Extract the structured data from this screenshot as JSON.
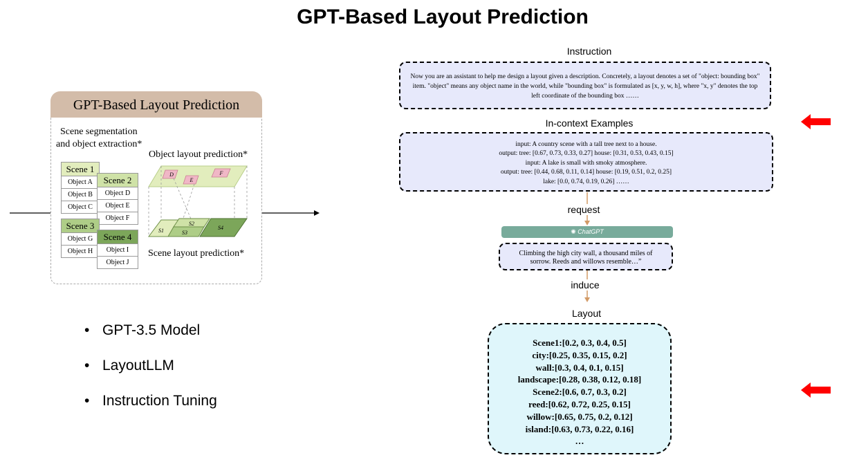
{
  "title": "GPT-Based Layout Prediction",
  "figure": {
    "header": "GPT-Based Layout Prediction",
    "seg_label_1": "Scene segmentation",
    "seg_label_2": "and object extraction*",
    "obj_layout_label": "Object layout prediction*",
    "scene_layout_label": "Scene layout prediction*",
    "scenes": [
      {
        "name": "Scene 1",
        "objects": [
          "Object A",
          "Object B",
          "Object C"
        ]
      },
      {
        "name": "Scene 2",
        "objects": [
          "Object D",
          "Object E",
          "Object F"
        ]
      },
      {
        "name": "Scene 3",
        "objects": [
          "Object G",
          "Object H"
        ]
      },
      {
        "name": "Scene 4",
        "objects": [
          "Object I",
          "Object J"
        ]
      }
    ],
    "obj_tiles": [
      "D",
      "F",
      "E"
    ],
    "scene_tiles": [
      "S1",
      "S2",
      "S3",
      "S4"
    ],
    "colors": {
      "header": "#d3bca9",
      "scene_light": "#e2edbd",
      "scene_mid": "#aecd87",
      "scene_dark": "#7ca65a",
      "obj_tile": "#f0b7c6"
    }
  },
  "bullets": [
    "GPT-3.5 Model",
    "LayoutLLM",
    "Instruction Tuning"
  ],
  "flow": {
    "instruction_label": "Instruction",
    "instruction_text": "Now you are an assistant to help me design a layout given a description. Concretely, a layout denotes a set of \"object: bounding box\" item. \"object\" means any object name in the world, while \"bounding box\" is formulated as [x, y, w, h], where \"x, y\" denotes the top left coordinate of the bounding box ……",
    "examples_label": "In-context Examples",
    "examples_lines": [
      "input: A country scene with a tall tree next to a house.",
      "output: tree: [0.67, 0.73, 0.33, 0.27] house: [0.31, 0.53, 0.43, 0.15]",
      "input: A lake is small with smoky atmosphere.",
      "output: tree: [0.44, 0.68, 0.11, 0.14] house: [0.19, 0.51, 0.2, 0.25]",
      "lake: [0.0, 0.74, 0.19, 0.26] ……"
    ],
    "request_label": "request",
    "chatgpt_label": "ChatGPT",
    "poem_line_1": "Climbing the high city wall, a thousand miles  of",
    "poem_line_2": "sorrow. Reeds and willows resemble…”",
    "induce_label": "induce",
    "layout_label": "Layout",
    "layout_lines": [
      "Scene1:[0.2, 0.3, 0.4, 0.5]",
      "city:[0.25, 0.35, 0.15, 0.2]",
      "wall:[0.3, 0.4, 0.1, 0.15]",
      "landscape:[0.28, 0.38, 0.12, 0.18]",
      "Scene2:[0.6, 0.7, 0.3, 0.2]",
      "reed:[0.62, 0.72, 0.25, 0.15]",
      "willow:[0.65, 0.75, 0.2, 0.12]",
      "island:[0.63, 0.73, 0.22, 0.16]",
      "…"
    ]
  },
  "colors": {
    "accent_arrow": "#ff0000",
    "flow_arrow": "#d29a66",
    "instruction_bg": "#e7e9fb",
    "layout_bg": "#dff6fb",
    "chatgpt_bar": "#78ab9b"
  }
}
